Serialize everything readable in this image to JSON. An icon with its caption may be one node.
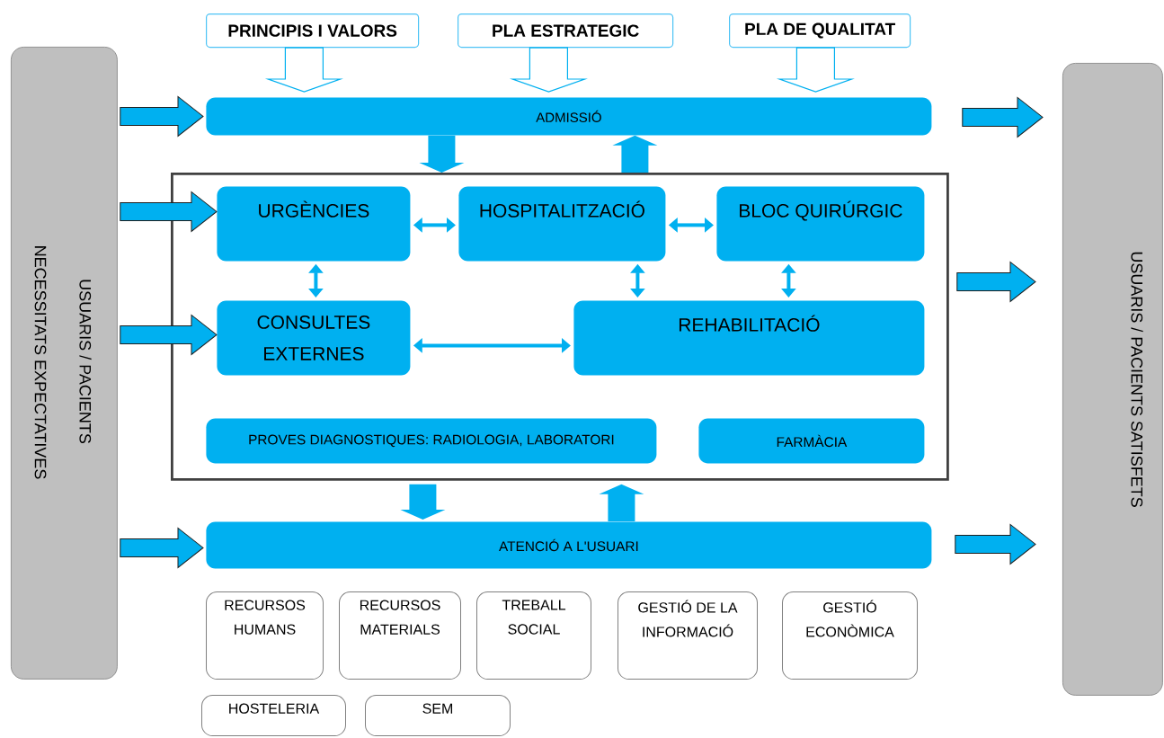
{
  "diagram": {
    "nodes": [
      {
        "text": [
          "USUARIS / PACIENTS",
          "NECESSITATS EXPECTATIVES"
        ]
      },
      {
        "text": [
          "PRINCIPIS I VALORS"
        ]
      },
      {
        "text": [
          "PLA ESTRATEGIC"
        ]
      },
      {
        "text": [
          "PLA DE QUALITAT"
        ]
      },
      {
        "text": [
          "ADMISSIÓ"
        ]
      },
      {
        "text": [],
        "shape": "box"
      },
      {
        "text": [
          "URGÈNCIES"
        ],
        "in": 5
      },
      {
        "text": [
          "HOSPITALITZACIÓ"
        ],
        "in": 5
      },
      {
        "text": [
          "BLOC QUIRÚRGIC"
        ],
        "in": 5
      },
      {
        "text": [
          "CONSULTES EXTERNES"
        ],
        "in": 5
      },
      {
        "text": [
          "REHABILITACIÓ"
        ],
        "in": 5
      },
      {
        "text": [
          "PROVES DIAGNOSTIQUES: RADIOLOGIA, LABORATORI"
        ],
        "in": 5
      },
      {
        "text": [
          "FARMÀCIA"
        ],
        "in": 5
      },
      {
        "text": [
          "ATENCIÓ A L'USUARI"
        ]
      },
      {
        "text": [
          "RECURSOS HUMANS"
        ]
      },
      {
        "text": [
          "RECURSOS MATERIALS"
        ]
      },
      {
        "text": [
          "TREBALL SOCIAL"
        ]
      },
      {
        "text": [
          "GESTIÓ DE LA INFORMACIÓ"
        ]
      },
      {
        "text": [
          "GESTIÓ ECONÒMICA"
        ]
      },
      {
        "text": [
          "HOSTELERIA"
        ]
      },
      {
        "text": [
          "SEM"
        ]
      },
      {
        "text": [
          "USUARIS / PACIENTS SATISFETS"
        ]
      }
    ],
    "edges": [
      {
        "from": 1,
        "to": 4,
        "arrow": "to",
        "style": "thick",
        "color": "#ffffff"
      },
      {
        "from": 2,
        "to": 4,
        "arrow": "to",
        "style": "thick",
        "color": "#ffffff"
      },
      {
        "from": 3,
        "to": 4,
        "arrow": "to",
        "style": "thick",
        "color": "#ffffff"
      },
      {
        "from": 0,
        "to": 4,
        "arrow": "to",
        "style": "thick"
      },
      {
        "from": 0,
        "to": 6,
        "arrow": "to",
        "style": "thick"
      },
      {
        "from": 0,
        "to": 9,
        "arrow": "to",
        "style": "thick"
      },
      {
        "from": 0,
        "to": 13,
        "arrow": "to",
        "style": "thick"
      },
      {
        "from": 4,
        "to": 21,
        "arrow": "to",
        "style": "thick"
      },
      {
        "from": 5,
        "to": 21,
        "arrow": "to",
        "style": "thick"
      },
      {
        "from": 13,
        "to": 21,
        "arrow": "to",
        "style": "thick"
      },
      {
        "from": 4,
        "to": 5,
        "arrow": "to",
        "style": "thick"
      },
      {
        "from": 5,
        "to": 4,
        "arrow": "to",
        "style": "thick"
      },
      {
        "from": 5,
        "to": 13,
        "arrow": "to",
        "style": "thick"
      },
      {
        "from": 13,
        "to": 5,
        "arrow": "to",
        "style": "thick"
      },
      {
        "from": 6,
        "to": 7,
        "arrow": "both"
      },
      {
        "from": 7,
        "to": 8,
        "arrow": "both"
      },
      {
        "from": 6,
        "to": 9,
        "arrow": "both"
      },
      {
        "from": 9,
        "to": 10,
        "arrow": "both"
      },
      {
        "from": 7,
        "to": 10,
        "arrow": "both"
      },
      {
        "from": 8,
        "to": 10,
        "arrow": "both"
      }
    ]
  }
}
